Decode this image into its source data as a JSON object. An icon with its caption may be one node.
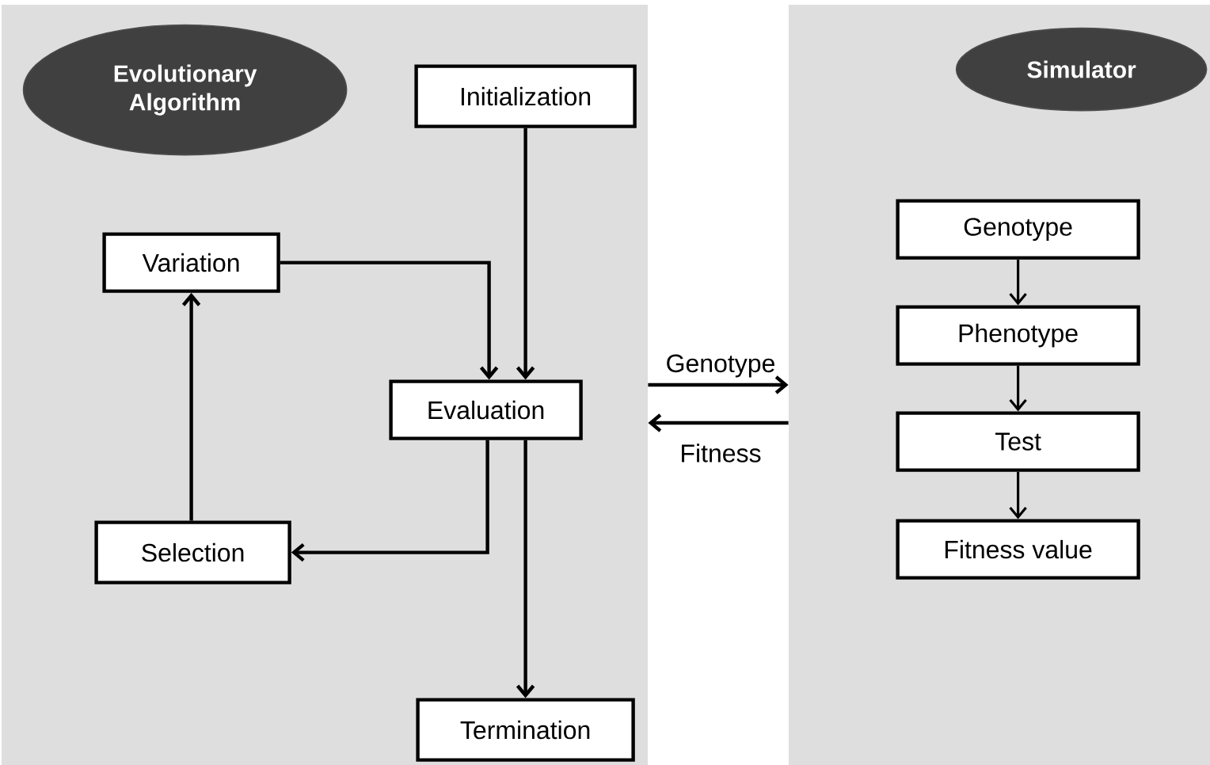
{
  "diagram": {
    "nodes": [
      {
        "text": [],
        "shape": "box"
      },
      {
        "text": [
          "Evolutionary Algorithm"
        ],
        "in": 0
      },
      {
        "text": [
          "Initialization"
        ],
        "in": 0
      },
      {
        "text": [
          "Variation"
        ],
        "in": 0
      },
      {
        "text": [
          "Evaluation"
        ],
        "in": 0
      },
      {
        "text": [
          "Selection"
        ],
        "in": 0
      },
      {
        "text": [
          "Termination"
        ],
        "in": 0
      },
      {
        "text": [],
        "shape": "box"
      },
      {
        "text": [
          "Simulator"
        ],
        "in": 7
      },
      {
        "text": [
          "Genotype"
        ],
        "in": 7
      },
      {
        "text": [
          "Phenotype"
        ],
        "in": 7
      },
      {
        "text": [
          "Test"
        ],
        "in": 7
      },
      {
        "text": [
          "Fitness value"
        ],
        "in": 7
      }
    ],
    "edges": [
      {
        "from": 2,
        "to": 4,
        "arrow": "to"
      },
      {
        "from": 3,
        "to": 4,
        "arrow": "to"
      },
      {
        "from": 4,
        "to": 5,
        "arrow": "to"
      },
      {
        "from": 5,
        "to": 3,
        "arrow": "to"
      },
      {
        "from": 4,
        "to": 6,
        "arrow": "to"
      },
      {
        "from": 0,
        "to": 7,
        "arrow": "to",
        "label": "Genotype"
      },
      {
        "from": 7,
        "to": 0,
        "arrow": "to",
        "label": "Fitness"
      },
      {
        "from": 9,
        "to": 10,
        "arrow": "to"
      },
      {
        "from": 10,
        "to": 11,
        "arrow": "to"
      },
      {
        "from": 11,
        "to": 12,
        "arrow": "to"
      }
    ]
  }
}
